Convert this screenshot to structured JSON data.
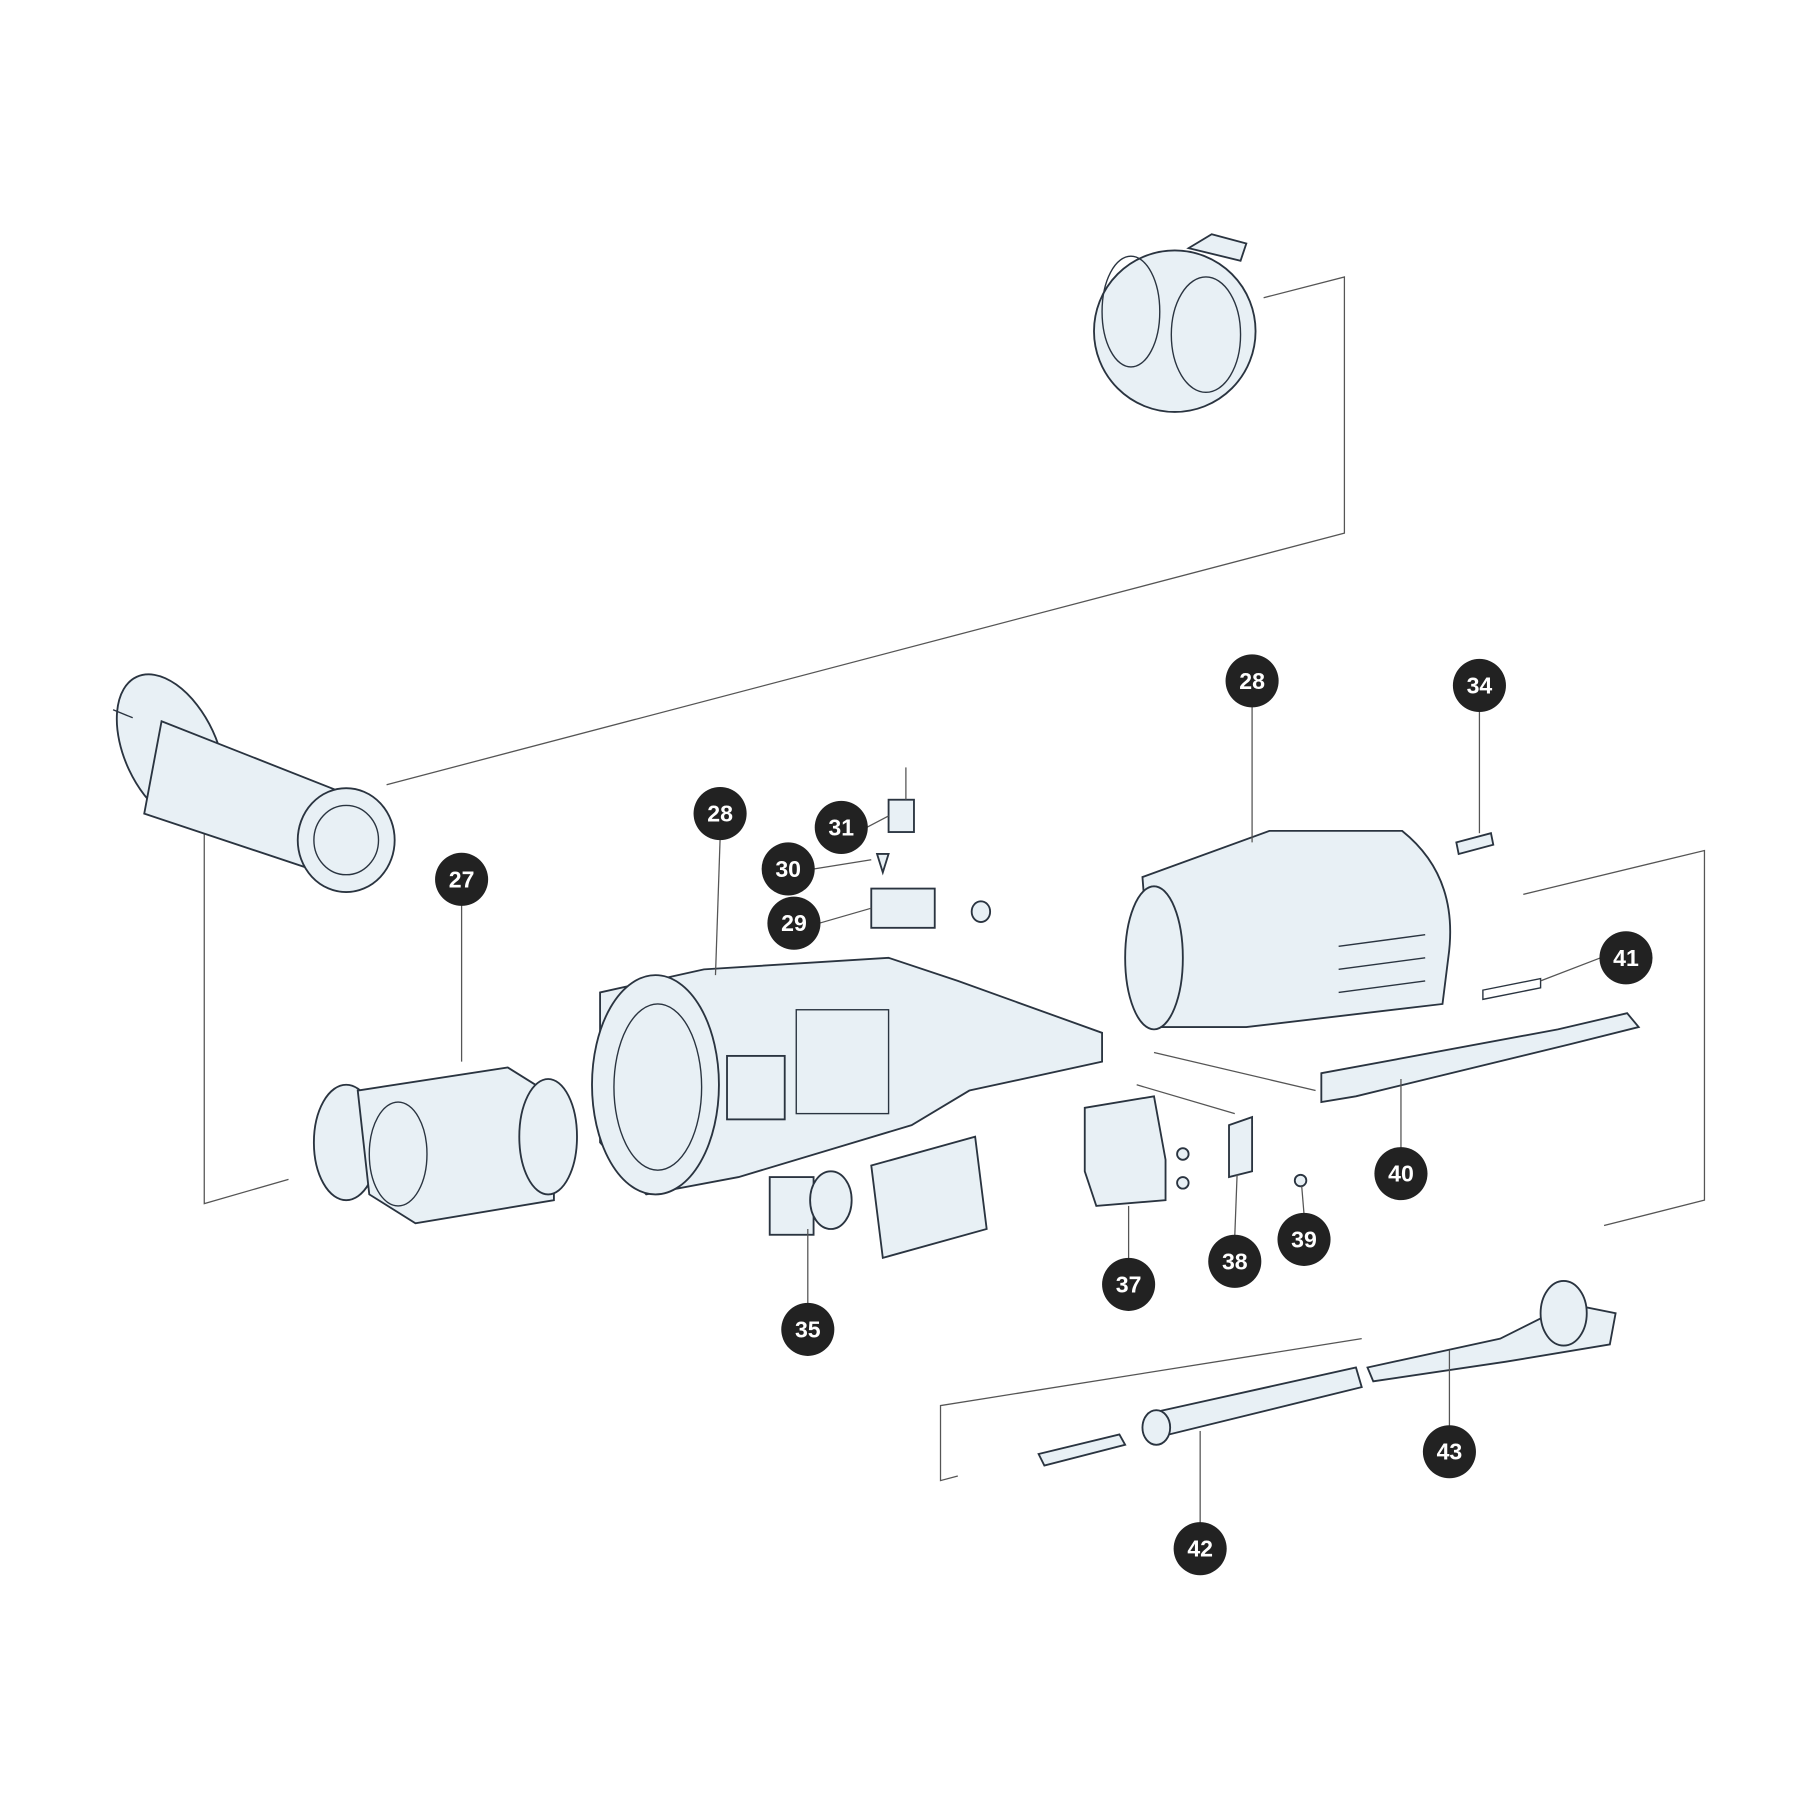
{
  "diagram": {
    "type": "exploded-parts-diagram",
    "callouts": [
      {
        "id": "27",
        "label": "27"
      },
      {
        "id": "28a",
        "label": "28"
      },
      {
        "id": "28b",
        "label": "28"
      },
      {
        "id": "29",
        "label": "29"
      },
      {
        "id": "30",
        "label": "30"
      },
      {
        "id": "31",
        "label": "31"
      },
      {
        "id": "34",
        "label": "34"
      },
      {
        "id": "35",
        "label": "35"
      },
      {
        "id": "37",
        "label": "37"
      },
      {
        "id": "38",
        "label": "38"
      },
      {
        "id": "39",
        "label": "39"
      },
      {
        "id": "40",
        "label": "40"
      },
      {
        "id": "41",
        "label": "41"
      },
      {
        "id": "42",
        "label": "42"
      },
      {
        "id": "43",
        "label": "43"
      }
    ],
    "colors": {
      "callout": "#222222",
      "part_fill": "#e8f0f5",
      "line": "#2a3440"
    }
  }
}
